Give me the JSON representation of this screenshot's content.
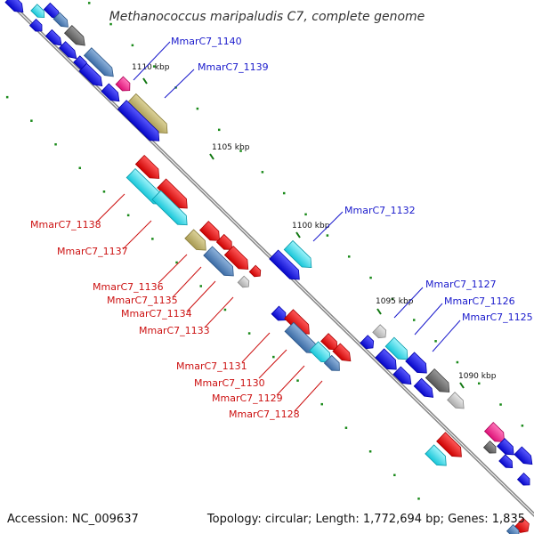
{
  "header": {
    "title": "Methanococcus maripaludis C7, complete genome"
  },
  "footer": {
    "accession": "Accession: NC_009637",
    "summary": "Topology: circular; Length: 1,772,694 bp; Genes: 1,835"
  },
  "scale": {
    "ticks": [
      {
        "label": "1110 kbp"
      },
      {
        "label": "1105 kbp"
      },
      {
        "label": "1100 kbp"
      },
      {
        "label": "1095 kbp"
      },
      {
        "label": "1090 kbp"
      }
    ]
  },
  "genes": {
    "forward": [
      {
        "label": "MmarC7_1140"
      },
      {
        "label": "MmarC7_1139"
      },
      {
        "label": "MmarC7_1132"
      },
      {
        "label": "MmarC7_1127"
      },
      {
        "label": "MmarC7_1126"
      },
      {
        "label": "MmarC7_1125"
      }
    ],
    "reverse": [
      {
        "label": "MmarC7_1138"
      },
      {
        "label": "MmarC7_1137"
      },
      {
        "label": "MmarC7_1136"
      },
      {
        "label": "MmarC7_1135"
      },
      {
        "label": "MmarC7_1134"
      },
      {
        "label": "MmarC7_1133"
      },
      {
        "label": "MmarC7_1131"
      },
      {
        "label": "MmarC7_1130"
      },
      {
        "label": "MmarC7_1129"
      },
      {
        "label": "MmarC7_1128"
      }
    ]
  },
  "colors": {
    "forward_label": "#1a1acc",
    "reverse_label": "#cc1111",
    "backbone": "#888888",
    "dots": "#1a8a1a",
    "gene_blue": "#1010ee",
    "gene_red": "#ee1111",
    "gene_cyan": "#33ddee",
    "gene_steel": "#4a7fb8",
    "gene_olive": "#bdb06a",
    "gene_gray": "#777777",
    "gene_light_gray": "#c8c8c8",
    "gene_magenta": "#ee2288"
  }
}
